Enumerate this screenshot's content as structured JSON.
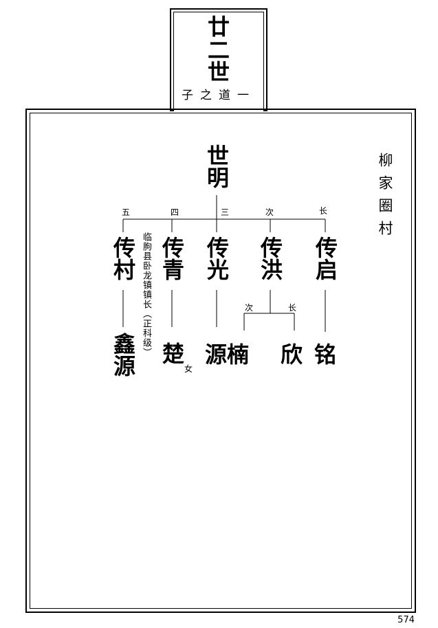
{
  "header": {
    "generation": [
      "廿",
      "二",
      "世"
    ],
    "subtitle": "子之道一"
  },
  "village": "柳家圈村",
  "root": "世明",
  "sons": [
    {
      "rank": "五",
      "name": "传村",
      "children": [
        {
          "name": "鑫源"
        }
      ]
    },
    {
      "rank": "四",
      "name": "传青",
      "note": "临朐县卧龙镇镇长（正科级）",
      "children": [
        {
          "name": "楚",
          "mark": "女"
        }
      ]
    },
    {
      "rank": "三",
      "name": "传光",
      "children": [
        {
          "name": "源楠"
        }
      ]
    },
    {
      "rank": "次",
      "name": "传洪",
      "children": [
        {
          "name": "",
          "rank": "次"
        },
        {
          "name": "欣",
          "rank": "长"
        }
      ]
    },
    {
      "rank": "长",
      "name": "传启",
      "children": [
        {
          "name": "铭"
        }
      ]
    }
  ],
  "page_number": "574"
}
